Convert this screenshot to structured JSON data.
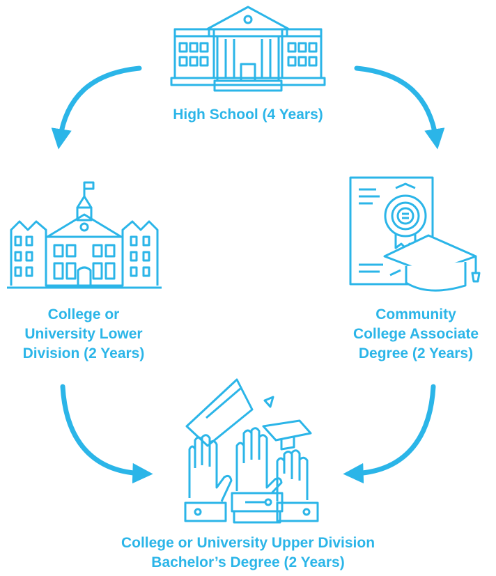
{
  "diagram": {
    "accent_color": "#2bb5e8",
    "nodes": {
      "high_school": {
        "label": "High School (4 Years)",
        "icon": "school-building-icon"
      },
      "lower_division": {
        "lines": [
          "College or",
          "University Lower",
          "Division (2 Years)"
        ],
        "icon": "university-campus-icon"
      },
      "community_college": {
        "lines": [
          "Community",
          "College Associate",
          "Degree (2 Years)"
        ],
        "icon": "diploma-and-cap-icon"
      },
      "upper_division": {
        "lines": [
          "College or University Upper Division",
          "Bachelor’s Degree (2 Years)"
        ],
        "icon": "graduation-hands-icon"
      }
    },
    "arrows": [
      {
        "from": "high_school",
        "to": "lower_division"
      },
      {
        "from": "high_school",
        "to": "community_college"
      },
      {
        "from": "lower_division",
        "to": "upper_division"
      },
      {
        "from": "community_college",
        "to": "upper_division"
      }
    ]
  }
}
